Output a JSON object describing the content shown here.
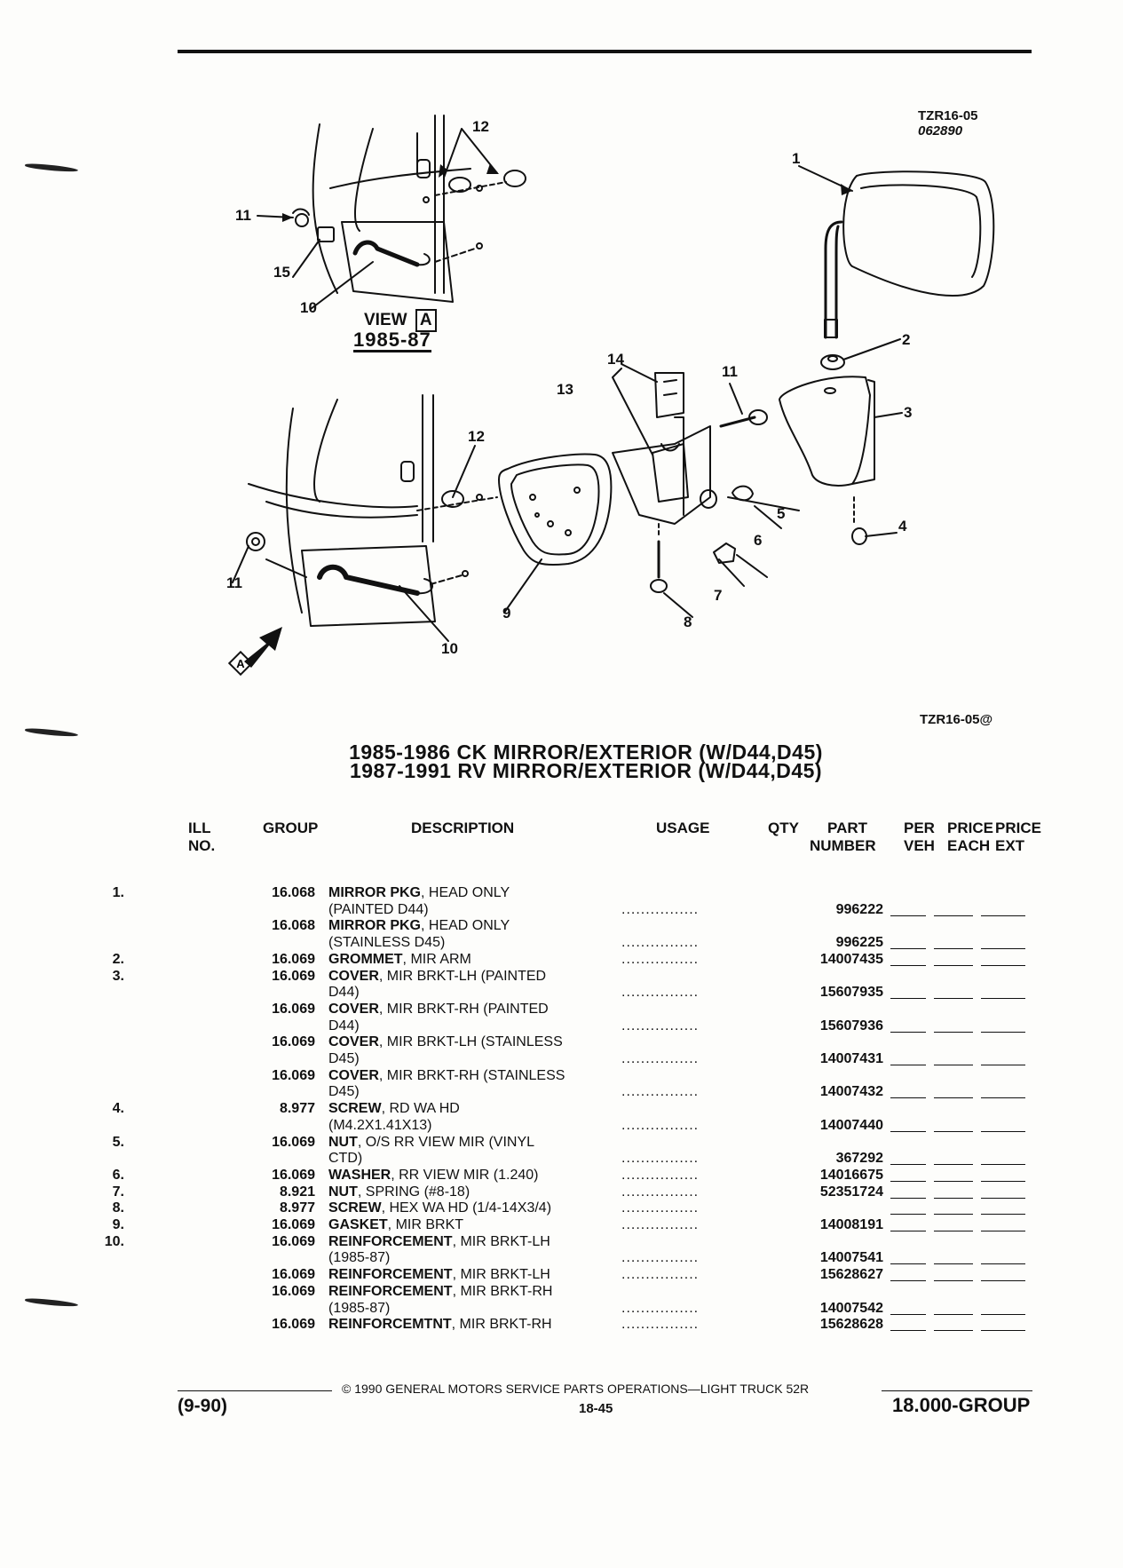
{
  "header": {
    "figure_code": "TZR16-05",
    "figure_date": "062890",
    "figure_ref": "TZR16-05@"
  },
  "illustration": {
    "view_label": "VIEW",
    "view_letter": "A",
    "view_years": "1985-87",
    "callouts_view": [
      "12",
      "11",
      "15",
      "10"
    ],
    "callouts_main": [
      "1",
      "2",
      "3",
      "4",
      "5",
      "6",
      "7",
      "8",
      "9",
      "10",
      "11",
      "11",
      "12",
      "13",
      "14"
    ],
    "arrow_letter": "A"
  },
  "title": {
    "line1": "1985-1986 CK MIRROR/EXTERIOR (W/D44,D45)",
    "line2": "1987-1991 RV MIRROR/EXTERIOR (W/D44,D45)"
  },
  "columns": {
    "ill": "ILL",
    "no": "NO.",
    "group": "GROUP",
    "description": "DESCRIPTION",
    "usage": "USAGE",
    "qty": "QTY",
    "part": "PART",
    "number": "NUMBER",
    "per": "PER",
    "veh": "VEH",
    "price1": "PRICE",
    "each": "EACH",
    "price2": "PRICE",
    "ext": "EXT"
  },
  "parts": [
    {
      "ill": "1.",
      "group": "16.068",
      "name": "MIRROR PKG",
      "detail": ", HEAD ONLY",
      "cont": "(PAINTED D44)",
      "part": "996222"
    },
    {
      "ill": "",
      "group": "16.068",
      "name": "MIRROR PKG",
      "detail": ", HEAD ONLY",
      "cont": "(STAINLESS D45)",
      "part": "996225"
    },
    {
      "ill": "2.",
      "group": "16.069",
      "name": "GROMMET",
      "detail": ", MIR ARM",
      "cont": "",
      "part": "14007435"
    },
    {
      "ill": "3.",
      "group": "16.069",
      "name": "COVER",
      "detail": ", MIR BRKT-LH (PAINTED",
      "cont": "D44)",
      "part": "15607935"
    },
    {
      "ill": "",
      "group": "16.069",
      "name": "COVER",
      "detail": ", MIR BRKT-RH (PAINTED",
      "cont": "D44)",
      "part": "15607936"
    },
    {
      "ill": "",
      "group": "16.069",
      "name": "COVER",
      "detail": ", MIR BRKT-LH (STAINLESS",
      "cont": "D45)",
      "part": "14007431"
    },
    {
      "ill": "",
      "group": "16.069",
      "name": "COVER",
      "detail": ", MIR BRKT-RH (STAINLESS",
      "cont": "D45)",
      "part": "14007432"
    },
    {
      "ill": "4.",
      "group": "8.977",
      "name": "SCREW",
      "detail": ", RD WA HD",
      "cont": "(M4.2X1.41X13)",
      "part": "14007440"
    },
    {
      "ill": "5.",
      "group": "16.069",
      "name": "NUT",
      "detail": ", O/S RR VIEW MIR (VINYL",
      "cont": "CTD)",
      "part": "367292"
    },
    {
      "ill": "6.",
      "group": "16.069",
      "name": "WASHER",
      "detail": ", RR VIEW MIR (1.240)",
      "cont": "",
      "part": "14016675"
    },
    {
      "ill": "7.",
      "group": "8.921",
      "name": "NUT",
      "detail": ", SPRING (#8-18)",
      "cont": "",
      "part": "52351724"
    },
    {
      "ill": "8.",
      "group": "8.977",
      "name": "SCREW",
      "detail": ", HEX WA HD (1/4-14X3/4)",
      "cont": "",
      "part": ""
    },
    {
      "ill": "9.",
      "group": "16.069",
      "name": "GASKET",
      "detail": ", MIR BRKT",
      "cont": "",
      "part": "14008191"
    },
    {
      "ill": "10.",
      "group": "16.069",
      "name": "REINFORCEMENT",
      "detail": ", MIR BRKT-LH",
      "cont": "(1985-87)",
      "part": "14007541"
    },
    {
      "ill": "",
      "group": "16.069",
      "name": "REINFORCEMENT",
      "detail": ", MIR BRKT-LH",
      "cont": "",
      "part": "15628627"
    },
    {
      "ill": "",
      "group": "16.069",
      "name": "REINFORCEMENT",
      "detail": ", MIR BRKT-RH",
      "cont": "(1985-87)",
      "part": "14007542"
    },
    {
      "ill": "",
      "group": "16.069",
      "name": "REINFORCEMTNT",
      "detail": ", MIR BRKT-RH",
      "cont": "",
      "part": "15628628"
    }
  ],
  "footer": {
    "copyright": "© 1990 GENERAL MOTORS SERVICE PARTS OPERATIONS—LIGHT TRUCK 52R",
    "date": "(9-90)",
    "page": "18-45",
    "group": "18.000-GROUP"
  }
}
